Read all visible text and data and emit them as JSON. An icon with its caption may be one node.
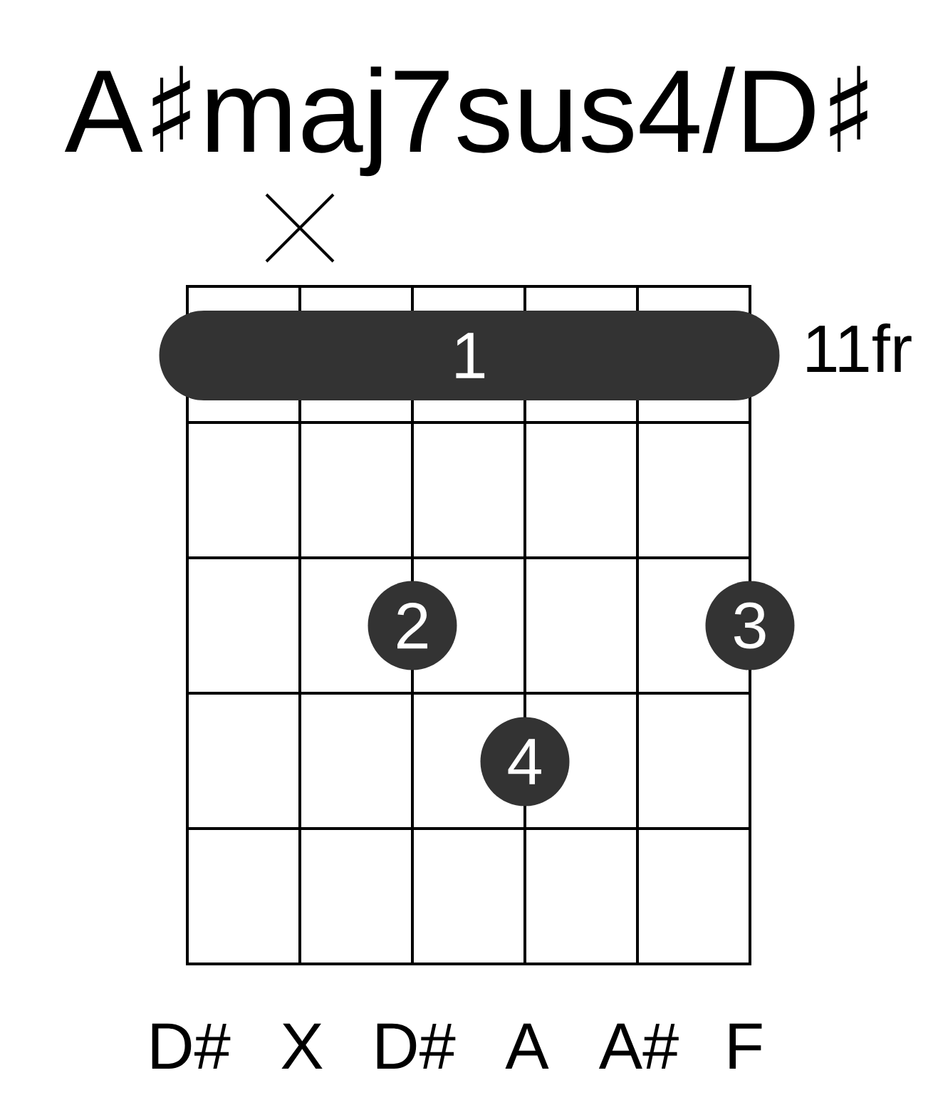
{
  "diagram": {
    "title": "A♯maj7sus4/D♯",
    "nodes": [
      {
        "text": [
          "1"
        ]
      },
      {
        "text": [
          "2"
        ]
      },
      {
        "text": [
          "3"
        ]
      },
      {
        "text": [
          "4"
        ]
      }
    ],
    "labels": [
      "11fr",
      "D#",
      "X",
      "D#",
      "A",
      "A#",
      "F"
    ]
  }
}
